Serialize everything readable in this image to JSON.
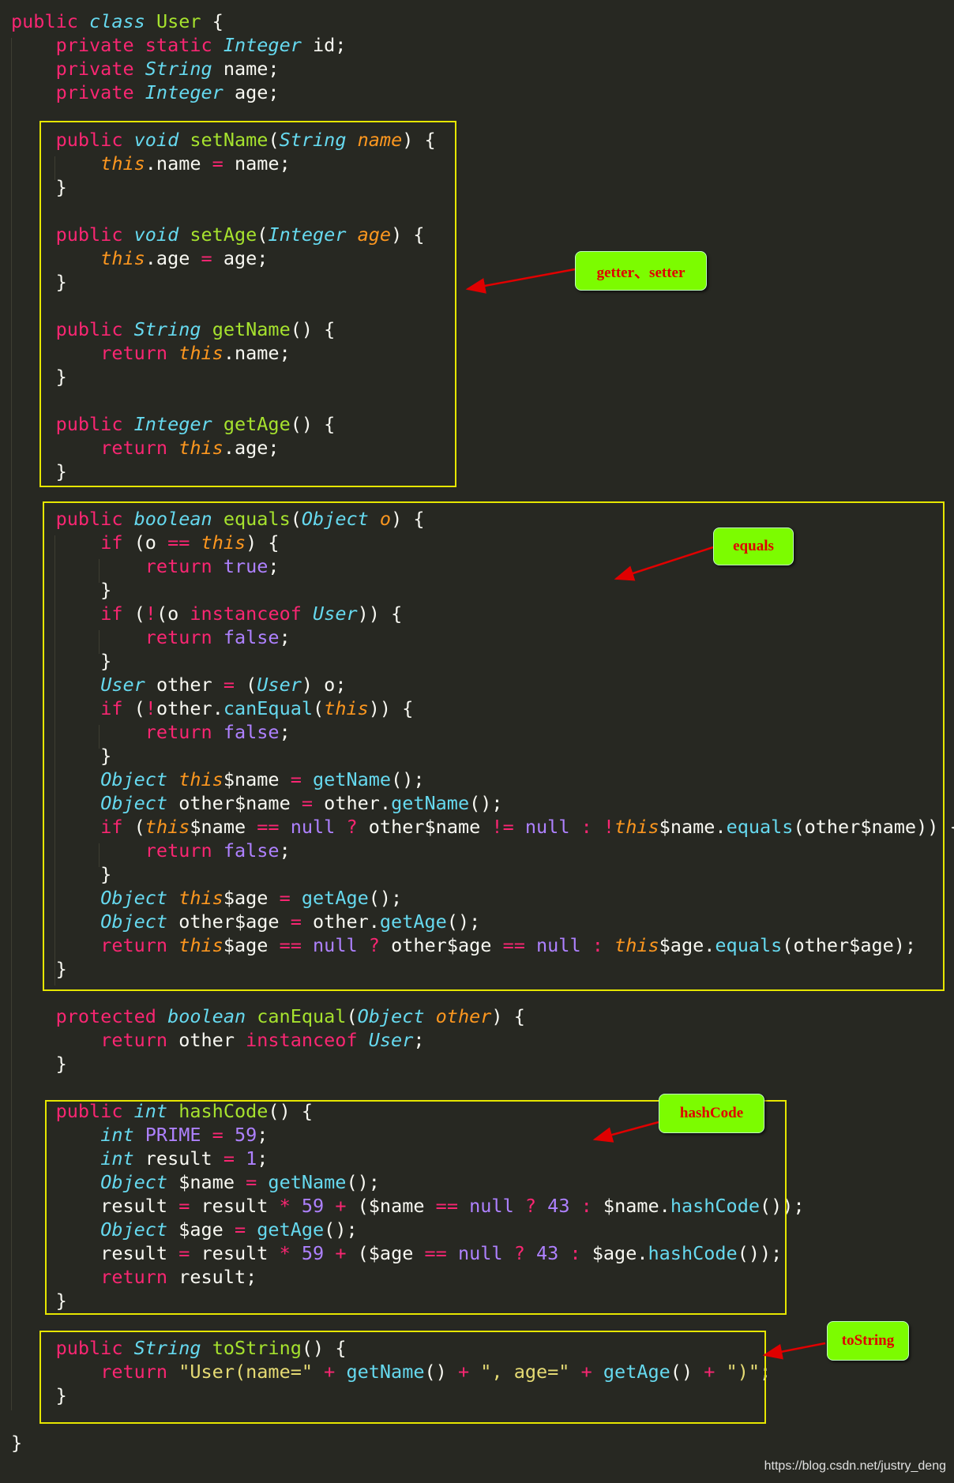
{
  "code": {
    "lines": [
      [
        [
          "kw",
          "public "
        ],
        [
          "ty",
          "class "
        ],
        [
          "fn",
          "User "
        ],
        [
          "pl",
          "{"
        ]
      ],
      [
        [
          "pl",
          "    "
        ],
        [
          "kw",
          "private static "
        ],
        [
          "ty",
          "Integer "
        ],
        [
          "pl",
          "id;"
        ]
      ],
      [
        [
          "pl",
          "    "
        ],
        [
          "kw",
          "private "
        ],
        [
          "ty",
          "String "
        ],
        [
          "pl",
          "name;"
        ]
      ],
      [
        [
          "pl",
          "    "
        ],
        [
          "kw",
          "private "
        ],
        [
          "ty",
          "Integer "
        ],
        [
          "pl",
          "age;"
        ]
      ],
      [],
      [
        [
          "pl",
          "    "
        ],
        [
          "kw",
          "public "
        ],
        [
          "ty",
          "void "
        ],
        [
          "fn",
          "setName"
        ],
        [
          "pl",
          "("
        ],
        [
          "ty",
          "String "
        ],
        [
          "pa",
          "name"
        ],
        [
          "pl",
          ") {"
        ]
      ],
      [
        [
          "pl",
          "        "
        ],
        [
          "th",
          "this"
        ],
        [
          "pl",
          ".name "
        ],
        [
          "kw",
          "="
        ],
        [
          "pl",
          " name;"
        ]
      ],
      [
        [
          "pl",
          "    }"
        ]
      ],
      [],
      [
        [
          "pl",
          "    "
        ],
        [
          "kw",
          "public "
        ],
        [
          "ty",
          "void "
        ],
        [
          "fn",
          "setAge"
        ],
        [
          "pl",
          "("
        ],
        [
          "ty",
          "Integer "
        ],
        [
          "pa",
          "age"
        ],
        [
          "pl",
          ") {"
        ]
      ],
      [
        [
          "pl",
          "        "
        ],
        [
          "th",
          "this"
        ],
        [
          "pl",
          ".age "
        ],
        [
          "kw",
          "="
        ],
        [
          "pl",
          " age;"
        ]
      ],
      [
        [
          "pl",
          "    }"
        ]
      ],
      [],
      [
        [
          "pl",
          "    "
        ],
        [
          "kw",
          "public "
        ],
        [
          "ty",
          "String "
        ],
        [
          "fn",
          "getName"
        ],
        [
          "pl",
          "() {"
        ]
      ],
      [
        [
          "pl",
          "        "
        ],
        [
          "kw",
          "return "
        ],
        [
          "th",
          "this"
        ],
        [
          "pl",
          ".name;"
        ]
      ],
      [
        [
          "pl",
          "    }"
        ]
      ],
      [],
      [
        [
          "pl",
          "    "
        ],
        [
          "kw",
          "public "
        ],
        [
          "ty",
          "Integer "
        ],
        [
          "fn",
          "getAge"
        ],
        [
          "pl",
          "() {"
        ]
      ],
      [
        [
          "pl",
          "        "
        ],
        [
          "kw",
          "return "
        ],
        [
          "th",
          "this"
        ],
        [
          "pl",
          ".age;"
        ]
      ],
      [
        [
          "pl",
          "    }"
        ]
      ],
      [],
      [
        [
          "pl",
          "    "
        ],
        [
          "kw",
          "public "
        ],
        [
          "ty",
          "boolean "
        ],
        [
          "fn",
          "equals"
        ],
        [
          "pl",
          "("
        ],
        [
          "ty",
          "Object "
        ],
        [
          "pa",
          "o"
        ],
        [
          "pl",
          ") {"
        ]
      ],
      [
        [
          "pl",
          "        "
        ],
        [
          "kw",
          "if "
        ],
        [
          "pl",
          "(o "
        ],
        [
          "kw",
          "== "
        ],
        [
          "th",
          "this"
        ],
        [
          "pl",
          ") {"
        ]
      ],
      [
        [
          "pl",
          "            "
        ],
        [
          "kw",
          "return "
        ],
        [
          "co",
          "true"
        ],
        [
          "pl",
          ";"
        ]
      ],
      [
        [
          "pl",
          "        }"
        ]
      ],
      [
        [
          "pl",
          "        "
        ],
        [
          "kw",
          "if "
        ],
        [
          "pl",
          "("
        ],
        [
          "kw",
          "!"
        ],
        [
          "pl",
          "(o "
        ],
        [
          "kw",
          "instanceof "
        ],
        [
          "ty",
          "User"
        ],
        [
          "pl",
          ")) {"
        ]
      ],
      [
        [
          "pl",
          "            "
        ],
        [
          "kw",
          "return "
        ],
        [
          "co",
          "false"
        ],
        [
          "pl",
          ";"
        ]
      ],
      [
        [
          "pl",
          "        }"
        ]
      ],
      [
        [
          "pl",
          "        "
        ],
        [
          "ty",
          "User "
        ],
        [
          "pl",
          "other "
        ],
        [
          "kw",
          "= "
        ],
        [
          "pl",
          "("
        ],
        [
          "ty",
          "User"
        ],
        [
          "pl",
          ") o;"
        ]
      ],
      [
        [
          "pl",
          "        "
        ],
        [
          "kw",
          "if "
        ],
        [
          "pl",
          "("
        ],
        [
          "kw",
          "!"
        ],
        [
          "pl",
          "other."
        ],
        [
          "mt",
          "canEqual"
        ],
        [
          "pl",
          "("
        ],
        [
          "th",
          "this"
        ],
        [
          "pl",
          ")) {"
        ]
      ],
      [
        [
          "pl",
          "            "
        ],
        [
          "kw",
          "return "
        ],
        [
          "co",
          "false"
        ],
        [
          "pl",
          ";"
        ]
      ],
      [
        [
          "pl",
          "        }"
        ]
      ],
      [
        [
          "pl",
          "        "
        ],
        [
          "ty",
          "Object "
        ],
        [
          "th",
          "this"
        ],
        [
          "pl",
          "$name "
        ],
        [
          "kw",
          "= "
        ],
        [
          "mt",
          "getName"
        ],
        [
          "pl",
          "();"
        ]
      ],
      [
        [
          "pl",
          "        "
        ],
        [
          "ty",
          "Object "
        ],
        [
          "pl",
          "other$name "
        ],
        [
          "kw",
          "= "
        ],
        [
          "pl",
          "other."
        ],
        [
          "mt",
          "getName"
        ],
        [
          "pl",
          "();"
        ]
      ],
      [
        [
          "pl",
          "        "
        ],
        [
          "kw",
          "if "
        ],
        [
          "pl",
          "("
        ],
        [
          "th",
          "this"
        ],
        [
          "pl",
          "$name "
        ],
        [
          "kw",
          "== "
        ],
        [
          "co",
          "null "
        ],
        [
          "kw",
          "? "
        ],
        [
          "pl",
          "other$name "
        ],
        [
          "kw",
          "!= "
        ],
        [
          "co",
          "null "
        ],
        [
          "kw",
          ": !"
        ],
        [
          "th",
          "this"
        ],
        [
          "pl",
          "$name."
        ],
        [
          "mt",
          "equals"
        ],
        [
          "pl",
          "(other$name)) {"
        ]
      ],
      [
        [
          "pl",
          "            "
        ],
        [
          "kw",
          "return "
        ],
        [
          "co",
          "false"
        ],
        [
          "pl",
          ";"
        ]
      ],
      [
        [
          "pl",
          "        }"
        ]
      ],
      [
        [
          "pl",
          "        "
        ],
        [
          "ty",
          "Object "
        ],
        [
          "th",
          "this"
        ],
        [
          "pl",
          "$age "
        ],
        [
          "kw",
          "= "
        ],
        [
          "mt",
          "getAge"
        ],
        [
          "pl",
          "();"
        ]
      ],
      [
        [
          "pl",
          "        "
        ],
        [
          "ty",
          "Object "
        ],
        [
          "pl",
          "other$age "
        ],
        [
          "kw",
          "= "
        ],
        [
          "pl",
          "other."
        ],
        [
          "mt",
          "getAge"
        ],
        [
          "pl",
          "();"
        ]
      ],
      [
        [
          "pl",
          "        "
        ],
        [
          "kw",
          "return "
        ],
        [
          "th",
          "this"
        ],
        [
          "pl",
          "$age "
        ],
        [
          "kw",
          "== "
        ],
        [
          "co",
          "null "
        ],
        [
          "kw",
          "? "
        ],
        [
          "pl",
          "other$age "
        ],
        [
          "kw",
          "== "
        ],
        [
          "co",
          "null "
        ],
        [
          "kw",
          ": "
        ],
        [
          "th",
          "this"
        ],
        [
          "pl",
          "$age."
        ],
        [
          "mt",
          "equals"
        ],
        [
          "pl",
          "(other$age);"
        ]
      ],
      [
        [
          "pl",
          "    }"
        ]
      ],
      [],
      [
        [
          "pl",
          "    "
        ],
        [
          "kw",
          "protected "
        ],
        [
          "ty",
          "boolean "
        ],
        [
          "fn",
          "canEqual"
        ],
        [
          "pl",
          "("
        ],
        [
          "ty",
          "Object "
        ],
        [
          "pa",
          "other"
        ],
        [
          "pl",
          ") {"
        ]
      ],
      [
        [
          "pl",
          "        "
        ],
        [
          "kw",
          "return "
        ],
        [
          "pl",
          "other "
        ],
        [
          "kw",
          "instanceof "
        ],
        [
          "ty",
          "User"
        ],
        [
          "pl",
          ";"
        ]
      ],
      [
        [
          "pl",
          "    }"
        ]
      ],
      [],
      [
        [
          "pl",
          "    "
        ],
        [
          "kw",
          "public "
        ],
        [
          "ty",
          "int "
        ],
        [
          "fn",
          "hashCode"
        ],
        [
          "pl",
          "() {"
        ]
      ],
      [
        [
          "pl",
          "        "
        ],
        [
          "ty",
          "int "
        ],
        [
          "co",
          "PRIME "
        ],
        [
          "kw",
          "= "
        ],
        [
          "co",
          "59"
        ],
        [
          "pl",
          ";"
        ]
      ],
      [
        [
          "pl",
          "        "
        ],
        [
          "ty",
          "int "
        ],
        [
          "pl",
          "result "
        ],
        [
          "kw",
          "= "
        ],
        [
          "co",
          "1"
        ],
        [
          "pl",
          ";"
        ]
      ],
      [
        [
          "pl",
          "        "
        ],
        [
          "ty",
          "Object "
        ],
        [
          "pl",
          "$name "
        ],
        [
          "kw",
          "= "
        ],
        [
          "mt",
          "getName"
        ],
        [
          "pl",
          "();"
        ]
      ],
      [
        [
          "pl",
          "        result "
        ],
        [
          "kw",
          "= "
        ],
        [
          "pl",
          "result "
        ],
        [
          "kw",
          "* "
        ],
        [
          "co",
          "59 "
        ],
        [
          "kw",
          "+ "
        ],
        [
          "pl",
          "($name "
        ],
        [
          "kw",
          "== "
        ],
        [
          "co",
          "null "
        ],
        [
          "kw",
          "? "
        ],
        [
          "co",
          "43 "
        ],
        [
          "kw",
          ": "
        ],
        [
          "pl",
          "$name."
        ],
        [
          "mt",
          "hashCode"
        ],
        [
          "pl",
          "());"
        ]
      ],
      [
        [
          "pl",
          "        "
        ],
        [
          "ty",
          "Object "
        ],
        [
          "pl",
          "$age "
        ],
        [
          "kw",
          "= "
        ],
        [
          "mt",
          "getAge"
        ],
        [
          "pl",
          "();"
        ]
      ],
      [
        [
          "pl",
          "        result "
        ],
        [
          "kw",
          "= "
        ],
        [
          "pl",
          "result "
        ],
        [
          "kw",
          "* "
        ],
        [
          "co",
          "59 "
        ],
        [
          "kw",
          "+ "
        ],
        [
          "pl",
          "($age "
        ],
        [
          "kw",
          "== "
        ],
        [
          "co",
          "null "
        ],
        [
          "kw",
          "? "
        ],
        [
          "co",
          "43 "
        ],
        [
          "kw",
          ": "
        ],
        [
          "pl",
          "$age."
        ],
        [
          "mt",
          "hashCode"
        ],
        [
          "pl",
          "());"
        ]
      ],
      [
        [
          "pl",
          "        "
        ],
        [
          "kw",
          "return "
        ],
        [
          "pl",
          "result;"
        ]
      ],
      [
        [
          "pl",
          "    }"
        ]
      ],
      [],
      [
        [
          "pl",
          "    "
        ],
        [
          "kw",
          "public "
        ],
        [
          "ty",
          "String "
        ],
        [
          "fn",
          "toString"
        ],
        [
          "pl",
          "() {"
        ]
      ],
      [
        [
          "pl",
          "        "
        ],
        [
          "kw",
          "return "
        ],
        [
          "st",
          "\"User(name=\" "
        ],
        [
          "kw",
          "+ "
        ],
        [
          "mt",
          "getName"
        ],
        [
          "pl",
          "() "
        ],
        [
          "kw",
          "+ "
        ],
        [
          "st",
          "\", age=\" "
        ],
        [
          "kw",
          "+ "
        ],
        [
          "mt",
          "getAge"
        ],
        [
          "pl",
          "() "
        ],
        [
          "kw",
          "+ "
        ],
        [
          "st",
          "\")\""
        ],
        [
          "pl",
          ";"
        ]
      ],
      [
        [
          "pl",
          "    }"
        ]
      ],
      [],
      [
        [
          "pl",
          "}"
        ]
      ]
    ]
  },
  "annotations": {
    "getter_setter": "getter、setter",
    "equals": "equals",
    "hashCode": "hashCode",
    "toString": "toString"
  },
  "watermark": "https://blog.csdn.net/justry_deng",
  "colors": {
    "background": "#272822",
    "box_border": "#e6e600",
    "label_bg": "#7cfc00",
    "label_text": "#e00000",
    "arrow": "#e00000"
  }
}
